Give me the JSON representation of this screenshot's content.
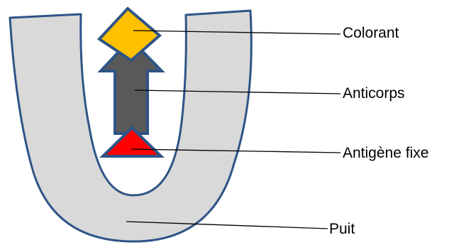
{
  "diagram": {
    "labels": {
      "dye": "Colorant",
      "antibody": "Anticorps",
      "antigen": "Antigène fixe",
      "well": "Puit"
    },
    "colors": {
      "well_fill": "#d9d9d9",
      "outline": "#2e5487",
      "dye": "#ffc000",
      "antibody": "#595959",
      "antigen": "#ff0000",
      "leader_line": "#000000",
      "text": "#000000"
    }
  }
}
